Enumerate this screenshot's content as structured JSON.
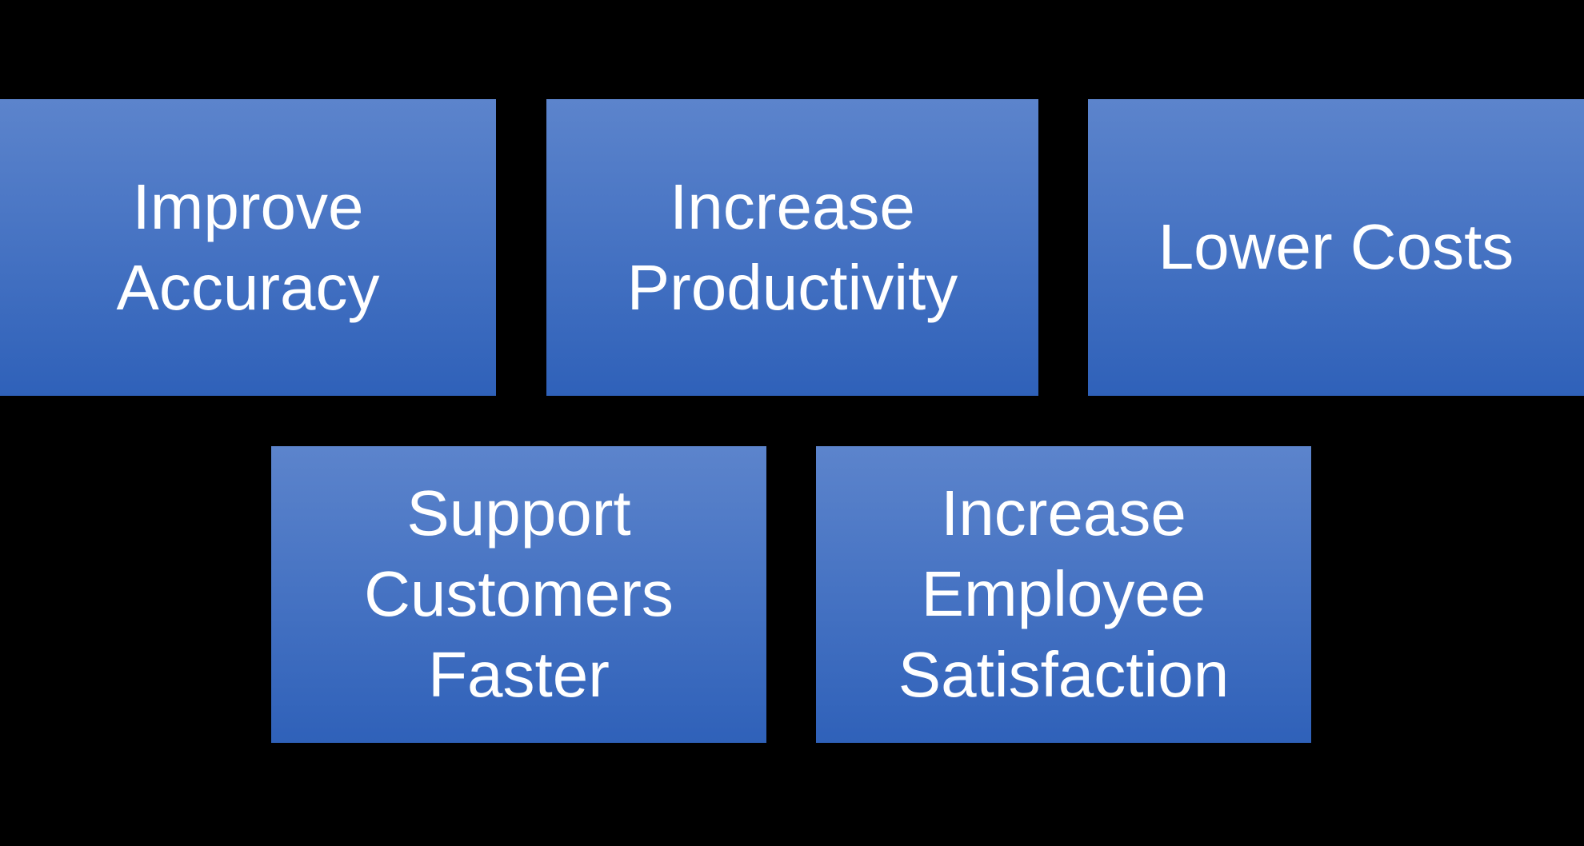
{
  "slide": {
    "background_color": "#000000"
  },
  "diagram": {
    "colors": {
      "box_gradient_top": "#5c84cc",
      "box_gradient_bottom": "#2f61b9",
      "text_color": "#ffffff"
    },
    "boxes": [
      {
        "id": "improve-accuracy",
        "label": "Improve Accuracy",
        "lines": [
          "Improve",
          "Accuracy"
        ]
      },
      {
        "id": "increase-productivity",
        "label": "Increase Productivity",
        "lines": [
          "Increase",
          "Productivity"
        ]
      },
      {
        "id": "lower-costs",
        "label": "Lower Costs",
        "lines": [
          "Lower Costs"
        ]
      },
      {
        "id": "support-customers-faster",
        "label": "Support Customers Faster",
        "lines": [
          "Support",
          "Customers",
          "Faster"
        ]
      },
      {
        "id": "increase-employee-satisfaction",
        "label": "Increase Employee Satisfaction",
        "lines": [
          "Increase",
          "Employee",
          "Satisfaction"
        ]
      }
    ]
  }
}
